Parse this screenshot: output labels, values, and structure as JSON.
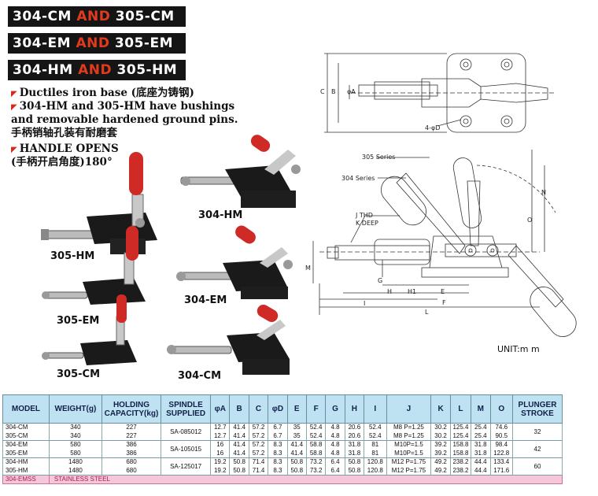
{
  "banners": [
    {
      "left": "304-CM",
      "and": "AND",
      "right": "305-CM"
    },
    {
      "left": "304-EM",
      "and": "AND",
      "right": "305-EM"
    },
    {
      "left": "304-HM",
      "and": "AND",
      "right": "305-HM"
    }
  ],
  "features": [
    "Ductiles iron base (底座为铸钢)",
    "304-HM and 305-HM have bushings",
    "and removable hardened ground pins.",
    "手柄销轴孔装有耐磨套",
    "HANDLE OPENS",
    "(手柄开启角度)180°"
  ],
  "photo_labels": {
    "p305hm": "305-HM",
    "p304hm": "304-HM",
    "p305em": "305-EM",
    "p304em": "304-EM",
    "p305cm": "305-CM",
    "p304cm": "304-CM"
  },
  "diagram_labels": {
    "c": "C",
    "b": "B",
    "phia": "φA",
    "holes": "4-φD",
    "s305": "305 Series",
    "s304": "304 Series",
    "thd": "J  THD",
    "deep": "K DEEP",
    "o": "O",
    "n": "N",
    "m": "M",
    "g": "G",
    "h": "H",
    "h1": "H1",
    "e": "E",
    "i": "I",
    "f": "F",
    "l": "L"
  },
  "unit": "UNIT:m m",
  "table": {
    "headers": [
      "MODEL",
      "WEIGHT(g)",
      "HOLDING CAPACITY(kg)",
      "SPINDLE SUPPLIED",
      "φA",
      "B",
      "C",
      "φD",
      "E",
      "F",
      "G",
      "H",
      "I",
      "J",
      "K",
      "L",
      "M",
      "O",
      "PLUNGER STROKE"
    ],
    "rows": [
      [
        "304-CM",
        "340",
        "227",
        "12.7",
        "41.4",
        "57.2",
        "6.7",
        "35",
        "52.4",
        "4.8",
        "20.6",
        "52.4",
        "M8 P=1.25",
        "30.2",
        "125.4",
        "25.4",
        "74.6"
      ],
      [
        "305-CM",
        "340",
        "227",
        "12.7",
        "41.4",
        "57.2",
        "6.7",
        "35",
        "52.4",
        "4.8",
        "20.6",
        "52.4",
        "M8 P=1.25",
        "30.2",
        "125.4",
        "25.4",
        "90.5"
      ],
      [
        "304-EM",
        "580",
        "386",
        "16",
        "41.4",
        "57.2",
        "8.3",
        "41.4",
        "58.8",
        "4.8",
        "31.8",
        "81",
        "M10P=1.5",
        "39.2",
        "158.8",
        "31.8",
        "98.4"
      ],
      [
        "305-EM",
        "580",
        "386",
        "16",
        "41.4",
        "57.2",
        "8.3",
        "41.4",
        "58.8",
        "4.8",
        "31.8",
        "81",
        "M10P=1.5",
        "39.2",
        "158.8",
        "31.8",
        "122.8"
      ],
      [
        "304-HM",
        "1480",
        "680",
        "19.2",
        "50.8",
        "71.4",
        "8.3",
        "50.8",
        "73.2",
        "6.4",
        "50.8",
        "120.8",
        "M12 P=1.75",
        "49.2",
        "238.2",
        "44.4",
        "133.4"
      ],
      [
        "305-HM",
        "1480",
        "680",
        "19.2",
        "50.8",
        "71.4",
        "8.3",
        "50.8",
        "73.2",
        "6.4",
        "50.8",
        "120.8",
        "M12 P=1.75",
        "49.2",
        "238.2",
        "44.4",
        "171.6"
      ]
    ],
    "spindles": [
      "SA-085012",
      "SA-105015",
      "SA-125017"
    ],
    "strokes": [
      "32",
      "42",
      "60"
    ],
    "footer_model": "304-EMSS",
    "footer_text": "STAINLESS STEEL"
  }
}
